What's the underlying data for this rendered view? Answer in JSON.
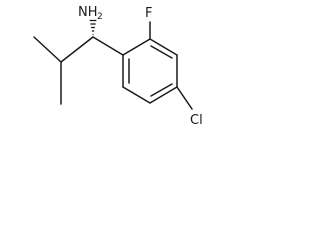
{
  "structure": {
    "atoms": {
      "amine": {
        "label": "NH",
        "subscript": "2"
      },
      "fluorine": {
        "label": "F"
      },
      "chlorine": {
        "label": "Cl"
      }
    }
  },
  "colors": {
    "bond": "#1a1a1a",
    "text": "#1a1a1a",
    "background": "#ffffff"
  }
}
